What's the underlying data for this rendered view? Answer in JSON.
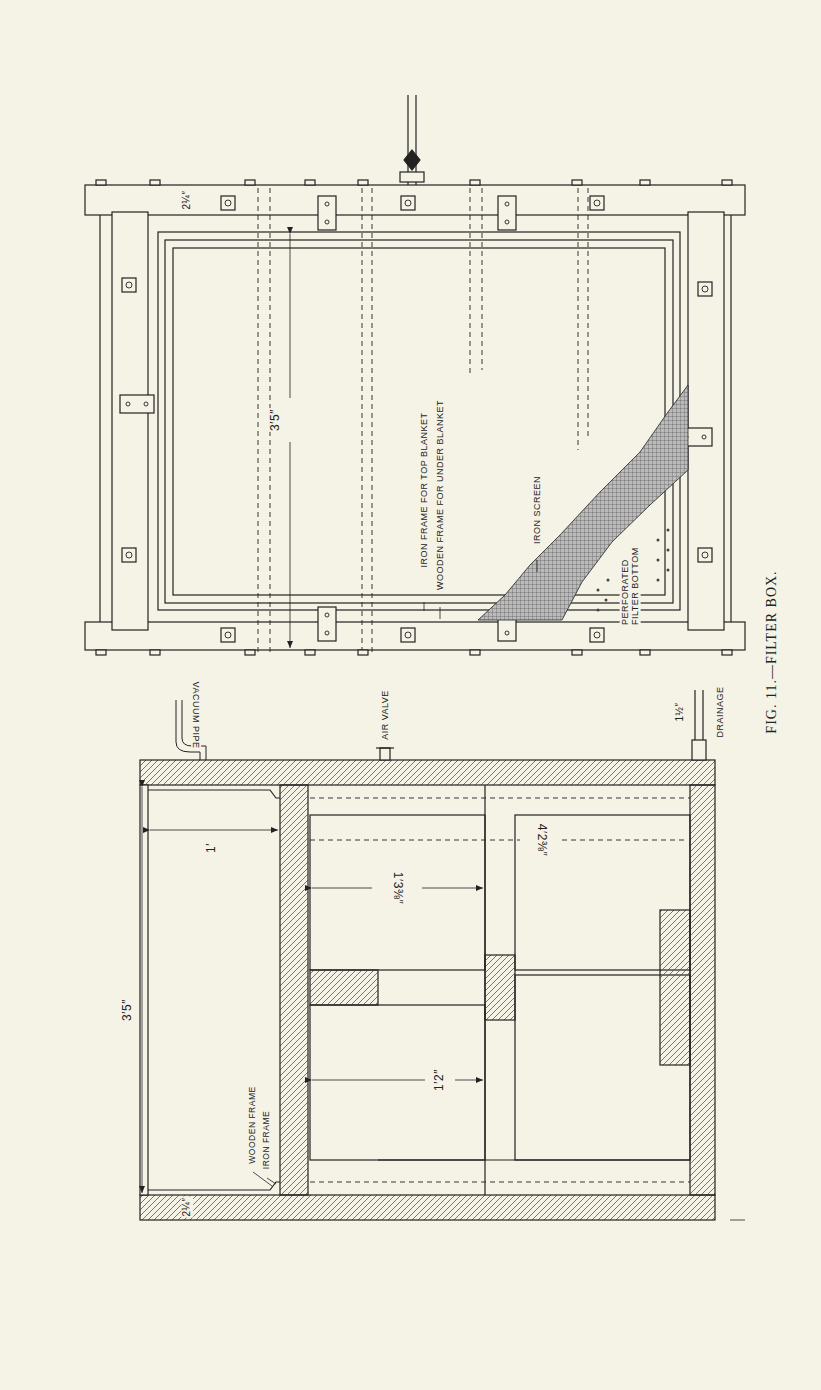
{
  "diagram": {
    "caption": "FIG. 11.—FILTER BOX.",
    "labels": [
      "2¼″",
      "3′5″",
      "IRON FRAME FOR TOP BLANKET",
      "WOODEN FRAME FOR UNDER BLANKET",
      "IRON SCREEN",
      "PERFORATED FILTER BOTTOM",
      "VACUUM PIPE",
      "AIR VALVE",
      "1½″",
      "DRAINAGE",
      "1′",
      "3′5″",
      "1′3⅜″",
      "1′2″",
      "4′2⅜″",
      "WOODEN FRAME",
      "IRON FRAME",
      "2¼″"
    ]
  }
}
